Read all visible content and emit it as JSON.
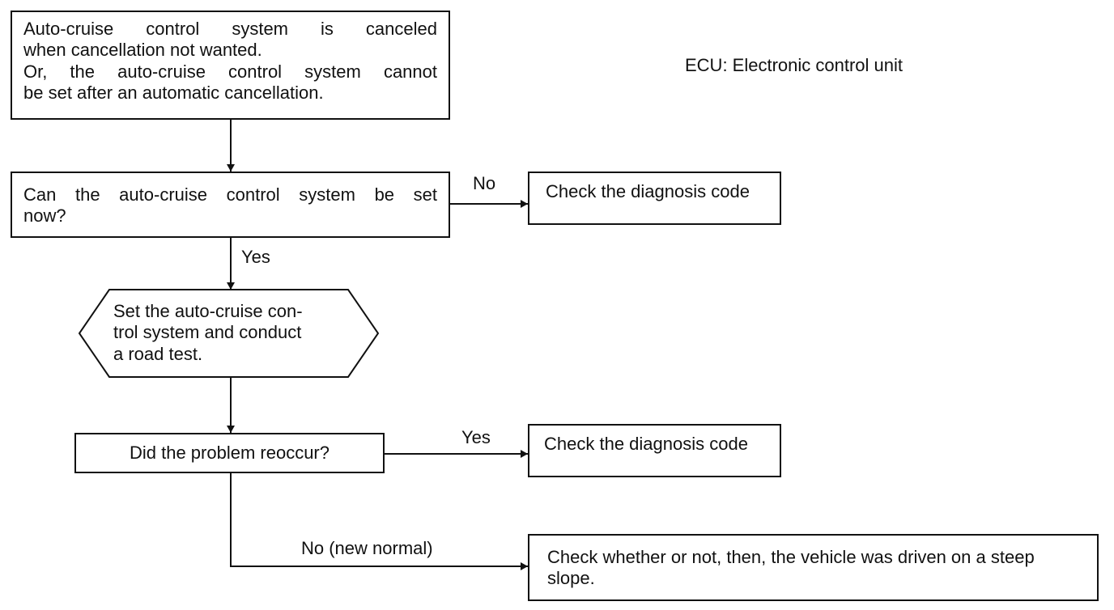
{
  "legend": "ECU: Electronic control unit",
  "nodes": {
    "start": [
      "Auto-cruise control system is canceled",
      "when cancellation not wanted.",
      "Or, the auto-cruise control system cannot",
      "be set after an automatic cancellation."
    ],
    "q1": [
      "Can the auto-cruise control system be set",
      "now?"
    ],
    "check1": "Check the diagnosis code",
    "action": [
      "Set the auto-cruise con-",
      "trol system and conduct",
      "a road test."
    ],
    "q2": "Did the problem reoccur?",
    "check2": "Check the diagnosis code",
    "check3": [
      "Check whether or not, then, the vehicle was driven on a steep",
      "slope."
    ]
  },
  "edges": {
    "no": "No",
    "yes1": "Yes",
    "yes2": "Yes",
    "no_normal": "No (new normal)"
  }
}
